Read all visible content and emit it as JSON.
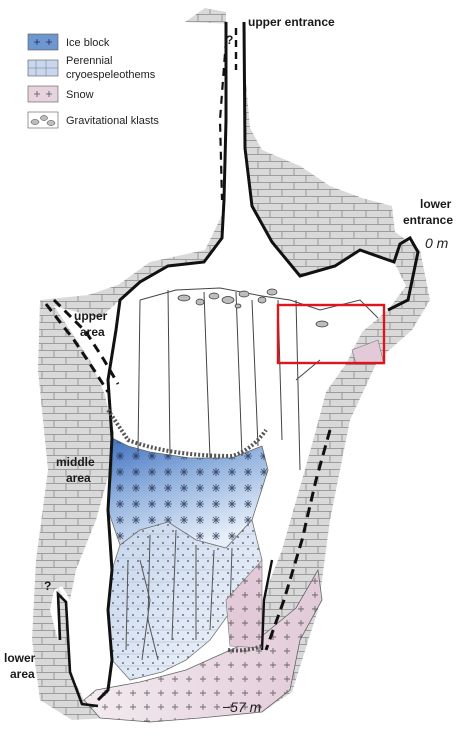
{
  "legend": [
    {
      "key": "ice",
      "label": "Ice block"
    },
    {
      "key": "cryo",
      "label_lines": [
        "Perennial",
        "cryoespeleothems"
      ]
    },
    {
      "key": "snow",
      "label": "Snow"
    },
    {
      "key": "klasts",
      "label": "Gravitational klasts"
    }
  ],
  "labels": {
    "upper_entrance": "upper entrance",
    "lower_entrance_lines": [
      "lower",
      "entrance"
    ],
    "upper_area_lines": [
      "upper",
      "area"
    ],
    "middle_area_lines": [
      "middle",
      "area"
    ],
    "lower_area_lines": [
      "lower",
      "area"
    ],
    "question_mark": "?"
  },
  "depths": {
    "top": "0 m",
    "bottom": "−57 m"
  },
  "colors": {
    "rock": "#d9d9d9",
    "ice_top": "#3f6fbf",
    "ice_mid": "#8fb0dd",
    "ice_light": "#dbe6f5",
    "snow": "#e8d8e2",
    "highlight": "#e0141c",
    "outline": "#111111"
  }
}
